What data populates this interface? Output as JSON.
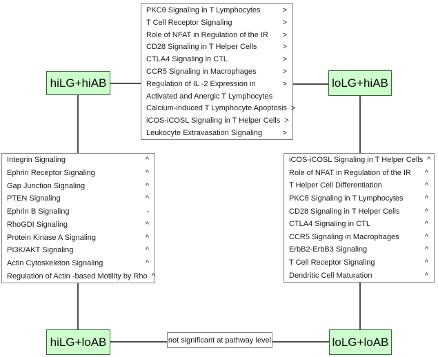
{
  "nodes": {
    "hi_hi": {
      "label": "hiLG+hiAB"
    },
    "lo_hi": {
      "label": "loLG+hiAB"
    },
    "hi_lo": {
      "label": "hiLG+loAB"
    },
    "lo_lo": {
      "label": "loLG+loAB"
    }
  },
  "note": {
    "label": "not significant at pathway level"
  },
  "pathway_lists": {
    "top": {
      "items": [
        {
          "label": "PKCθ Signaling in T Lymphocytes",
          "symbol": ">"
        },
        {
          "label": "T Cell Receptor Signaling",
          "symbol": ">"
        },
        {
          "label": "Role of NFAT in Regulation of the IR",
          "symbol": ">"
        },
        {
          "label": "CD28 Signaling in T Helper Cells",
          "symbol": ">"
        },
        {
          "label": "CTLA4 Signaling in CTL",
          "symbol": ">"
        },
        {
          "label": "CCR5 Signaling in Macrophages",
          "symbol": ">"
        },
        {
          "label": "Regulation of IL -2 Expression in",
          "symbol": ">"
        },
        {
          "label": "Activated and Anergic T Lymphocytes",
          "symbol": ""
        },
        {
          "label": "Calcium-induced T Lymphocyte Apoptosis",
          "symbol": ">"
        },
        {
          "label": "iCOS-iCOSL Signaling in T Helper Cells",
          "symbol": ">"
        },
        {
          "label": "Leukocyte Extravasation Signaling",
          "symbol": ">"
        }
      ]
    },
    "left": {
      "items": [
        {
          "label": "Integrin Signaling",
          "symbol": "^"
        },
        {
          "label": "Ephrin Receptor Signaling",
          "symbol": "^"
        },
        {
          "label": "Gap Junction Signaling",
          "symbol": "^"
        },
        {
          "label": "PTEN Signaling",
          "symbol": "^"
        },
        {
          "label": "Ephrin B Signaling",
          "symbol": "-"
        },
        {
          "label": "RhoGDI Signaling",
          "symbol": "^"
        },
        {
          "label": "Protein Kinase A Signaling",
          "symbol": "^"
        },
        {
          "label": "PI3K/AKT Signaling",
          "symbol": "^"
        },
        {
          "label": "Actin Cytoskeleton Signaling",
          "symbol": "^"
        },
        {
          "label": "Regulation of Actin -based Motility by Rho",
          "symbol": "^"
        }
      ]
    },
    "right": {
      "items": [
        {
          "label": "iCOS-iCOSL Signaling in T Helper Cells",
          "symbol": "^"
        },
        {
          "label": "Role of NFAT in Regulation of the IR",
          "symbol": "^"
        },
        {
          "label": "T Helper Cell Differentiation",
          "symbol": "^"
        },
        {
          "label": "PKCθ Signaling in T Lymphocytes",
          "symbol": "^"
        },
        {
          "label": "CD28 Signaling in T Helper Cells",
          "symbol": "^"
        },
        {
          "label": "CTLA4 Signaling in CTL",
          "symbol": "^"
        },
        {
          "label": "CCR5 Signaling in Macrophages",
          "symbol": "^"
        },
        {
          "label": "ErbB2-ErbB3 Signaling",
          "symbol": "^"
        },
        {
          "label": "T Cell Receptor Signaling",
          "symbol": "^"
        },
        {
          "label": "Dendritic Cell Maturation",
          "symbol": "^"
        }
      ]
    }
  },
  "colors": {
    "background": "#ffffff",
    "node_fill": "#ccffcc",
    "node_border": "#336633",
    "list_border": "#808080",
    "connector": "#4d4d4d"
  }
}
